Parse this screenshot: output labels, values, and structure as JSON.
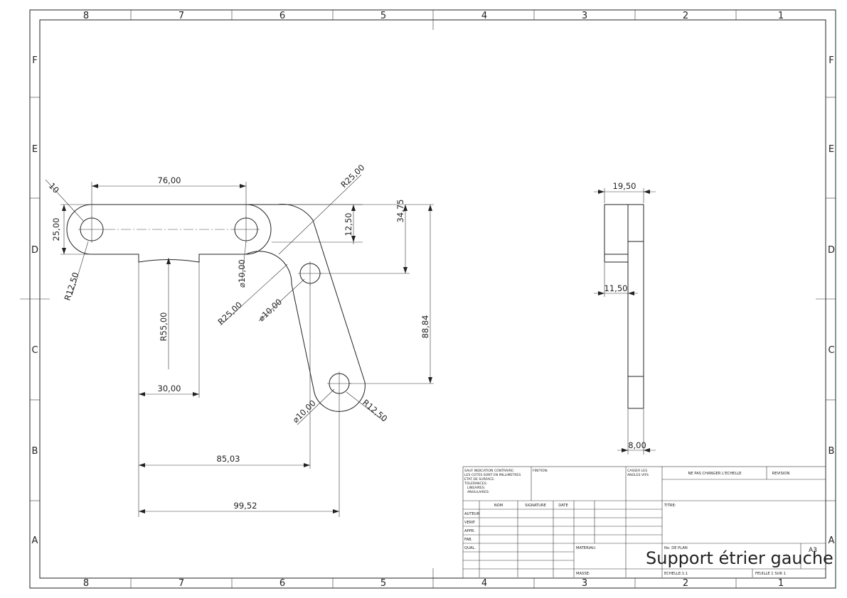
{
  "sheet": {
    "zones_top": [
      "8",
      "7",
      "6",
      "5",
      "4",
      "3",
      "2",
      "1"
    ],
    "zones_side": [
      "F",
      "E",
      "D",
      "C",
      "B",
      "A"
    ]
  },
  "front_view": {
    "d_len_top": "76,00",
    "d_ten": "10",
    "d_height_left": "25,00",
    "d_r_left": "R12,50",
    "d_r_corner": "R25,00",
    "d_slot": "12,50",
    "d_offset": "34,75",
    "d_hole_a": "⌀10,00",
    "d_r_inner": "R25,00",
    "d_hole_b": "⌀10,00",
    "d_r_big": "R55,00",
    "d_vertical": "88,84",
    "d_width_neck": "30,00",
    "d_hole_c": "⌀10,00",
    "d_r_bottom": "R12,50",
    "d_h1": "85,03",
    "d_h2": "99,52"
  },
  "side_view": {
    "d_width": "19,50",
    "d_step": "11,50",
    "d_thick": "8,00"
  },
  "title_block": {
    "note_lines": [
      "SAUF INDICATION CONTRAIRE:",
      "LES COTES SONT EN MILLIMETRES",
      "ETAT DE SURFACE:",
      "TOLERANCES:",
      "  LINEAIRES:",
      "  ANGULAIRES:"
    ],
    "finition": "FINITION:",
    "casser": [
      "CASSER LES",
      "ANGLES VIFS"
    ],
    "no_scale": "NE PAS CHANGER L'ECHELLE",
    "revision": "REVISION",
    "cols": [
      "NOM",
      "SIGNATURE",
      "DATE"
    ],
    "rows": [
      "AUTEUR",
      "VERIF.",
      "APPR.",
      "FAB.",
      "QUAL."
    ],
    "titre": "TITRE:",
    "materiau": "MATERIAU:",
    "plan": "No. DE PLAN",
    "drawing_title": "Support étrier gauche",
    "format": "A3",
    "masse": "MASSE:",
    "echelle": "ECHELLE:1:1",
    "feuille": "FEUILLE 1 SUR 1"
  }
}
